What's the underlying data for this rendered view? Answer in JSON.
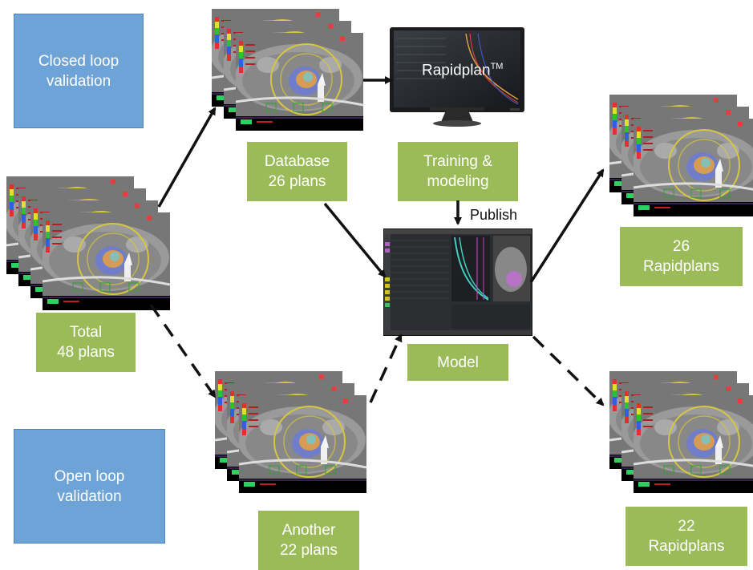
{
  "validation": {
    "closed": "Closed loop\nvalidation",
    "open": "Open loop\nvalidation"
  },
  "boxes": {
    "total": "Total\n48 plans",
    "database": "Database\n26 plans",
    "training": "Training &\nmodeling",
    "model": "Model",
    "another": "Another\n22 plans",
    "rapid26": "26\nRapidplans",
    "rapid22": "22\nRapidplans"
  },
  "monitor": {
    "brand": "Rapidplan",
    "trademark": "TM"
  },
  "arrow_label": "Publish",
  "colors": {
    "blue_box": "#6ea3d8",
    "green_box": "#9bbb59",
    "arrow": "#111111"
  }
}
